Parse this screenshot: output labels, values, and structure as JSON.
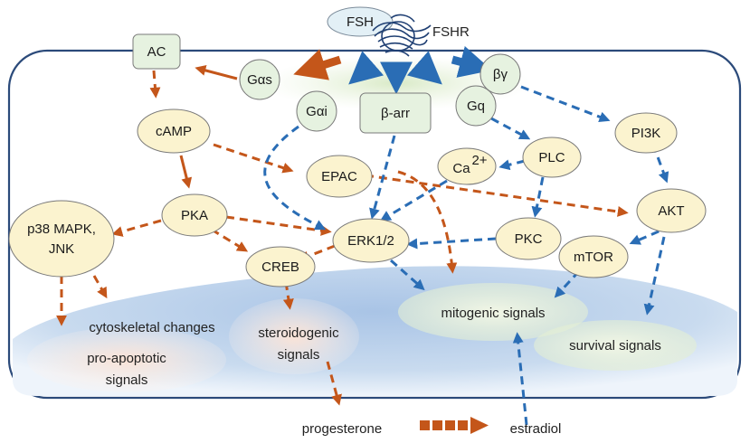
{
  "ligand": {
    "fsh": "FSH",
    "receptor": "FSHR"
  },
  "nodes": {
    "ac": "AC",
    "gas": "Gαs",
    "gai": "Gαi",
    "barr": "β-arr",
    "gq": "Gq",
    "by": "βγ",
    "camp": "cAMP",
    "epac": "EPAC",
    "ca": "Ca",
    "ca_sup": "2+",
    "plc": "PLC",
    "pi3k": "PI3K",
    "pka": "PKA",
    "p38_line1": "p38 MAPK,",
    "p38_line2": "JNK",
    "erk": "ERK1/2",
    "creb": "CREB",
    "pkc": "PKC",
    "akt": "AKT",
    "mtor": "mTOR"
  },
  "outcomes": {
    "cytoskeletal": "cytoskeletal changes",
    "pro_apoptotic_line1": "pro-apoptotic",
    "pro_apoptotic_line2": "signals",
    "steroidogenic_line1": "steroidogenic",
    "steroidogenic_line2": "signals",
    "mitogenic": "mitogenic signals",
    "survival": "survival signals"
  },
  "bottom": {
    "progesterone": "progesterone",
    "estradiol": "estradiol"
  },
  "colors": {
    "orange": "#c4561a",
    "blue": "#2a6db5",
    "node_fill": "#fbf3cf",
    "node_stroke": "#7a7a7a",
    "rect_fill": "#e6f2e0",
    "nucleus": "#b9d0ea",
    "cell_border": "#2b4a7a"
  }
}
